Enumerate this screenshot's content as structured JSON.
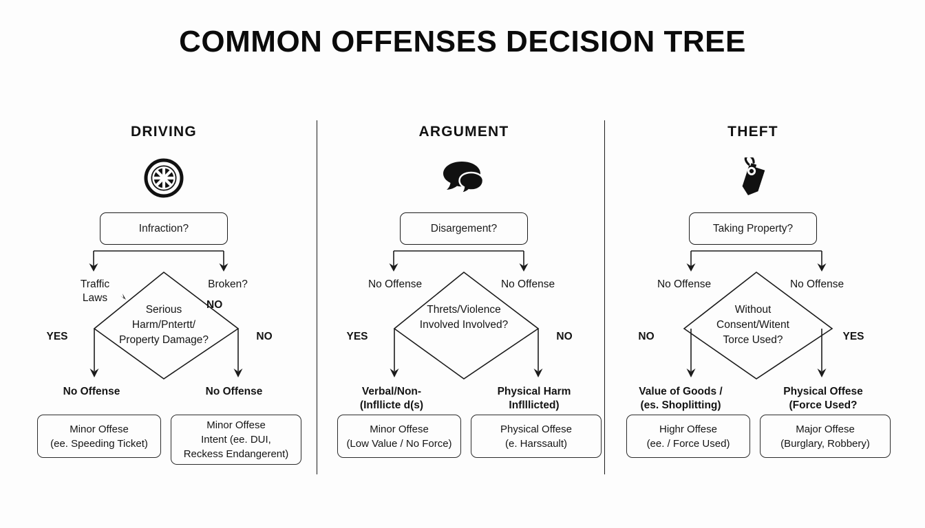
{
  "title": "COMMON OFFENSES DECISION TREE",
  "background_color": "#fdfdfd",
  "line_color": "#1b1b1b",
  "columns": [
    {
      "id": "driving",
      "title": "DRIVING",
      "icon": "wheel-icon",
      "root_question": "Infraction?",
      "top_left_label": "Traffic\nLaws",
      "top_left_label_line1": "Traffic",
      "top_left_label_line2": "Laws",
      "top_right_label": "Broken?",
      "mid_right_label": "NO",
      "diamond_line1": "Serious",
      "diamond_line2": "Harm/Pntertt/",
      "diamond_line3": "Property Damage?",
      "left_branch_label": "YES",
      "right_branch_label": "NO",
      "bottom_left_label": "No Offense",
      "bottom_right_label": "No Offense",
      "leaf_left": {
        "line1": "Minor Offese",
        "line2": "(ee. Speeding Ticket)"
      },
      "leaf_right": {
        "line1": "Minor Offese",
        "line2": "Intent (ee. DUI,",
        "line3": "Reckess Endangerent)"
      }
    },
    {
      "id": "argument",
      "title": "ARGUMENT",
      "icon": "speech-bubbles-icon",
      "root_question": "Disargement?",
      "top_left_label_line1": "No Offense",
      "top_left_label_line2": "",
      "top_right_label": "No Offense",
      "mid_right_label": "",
      "diamond_line1": "Threts/Violence",
      "diamond_line2": "Involved Involved?",
      "diamond_line3": "",
      "left_branch_label": "YES",
      "right_branch_label": "NO",
      "bottom_left_label": "Verbal/Non-\n(Infllicte d(s)",
      "bottom_left_line1": "Verbal/Non-",
      "bottom_left_line2": "(Infllicte d(s)",
      "bottom_right_line1": "Physical Harm",
      "bottom_right_line2": "Inflllicted)",
      "leaf_left": {
        "line1": "Minor Offese",
        "line2": "(Low Value / No Force)"
      },
      "leaf_right": {
        "line1": "Physical Offese",
        "line2": "(e. Harssault)",
        "line3": ""
      }
    },
    {
      "id": "theft",
      "title": "THEFT",
      "icon": "price-tag-icon",
      "root_question": "Taking Property?",
      "top_left_label_line1": "No Offense",
      "top_left_label_line2": "",
      "top_right_label": "No Offense",
      "mid_right_label": "",
      "diamond_line1": "Without",
      "diamond_line2": "Consent/Witent",
      "diamond_line3": "Torce Used?",
      "left_branch_label": "NO",
      "right_branch_label": "YES",
      "bottom_left_line1": "Value of Goods /",
      "bottom_left_line2": "(es. Shoplitting)",
      "bottom_right_line1": "Physical Offese",
      "bottom_right_line2": "(Force Used?",
      "leaf_left": {
        "line1": "Highr Offese",
        "line2": "(ee.  / Force Used)",
        "line3": ""
      },
      "leaf_right": {
        "line1": "Major Offese",
        "line2": "(Burglary, Robbery)",
        "line3": ""
      }
    }
  ]
}
